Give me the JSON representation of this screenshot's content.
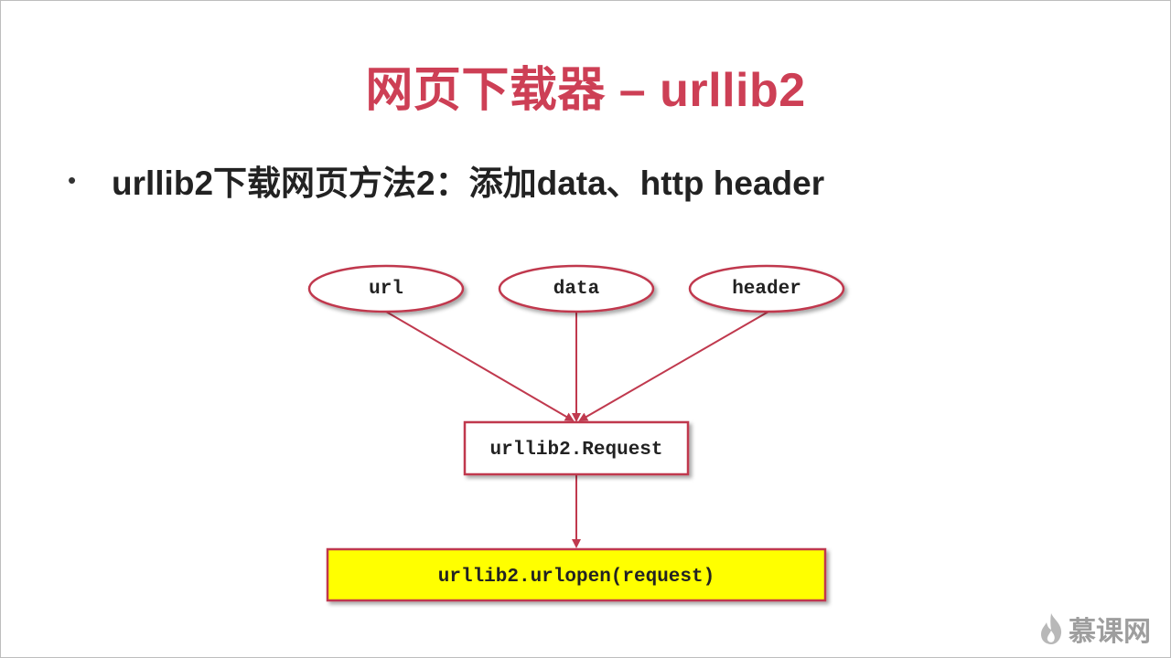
{
  "slide": {
    "title": "网页下载器 – urllib2",
    "bullet": "urllib2下载网页方法2：添加data、http header"
  },
  "diagram": {
    "inputs": [
      {
        "id": "url",
        "label": "url"
      },
      {
        "id": "data",
        "label": "data"
      },
      {
        "id": "header",
        "label": "header"
      }
    ],
    "request_node": {
      "label": "urllib2.Request"
    },
    "open_node": {
      "label": "urllib2.urlopen(request)"
    },
    "colors": {
      "stroke": "#c0394e",
      "highlight_fill": "#ffff00",
      "title": "#cd3f55"
    }
  },
  "watermark": {
    "text": "慕课网",
    "icon": "flame-logo-icon"
  }
}
